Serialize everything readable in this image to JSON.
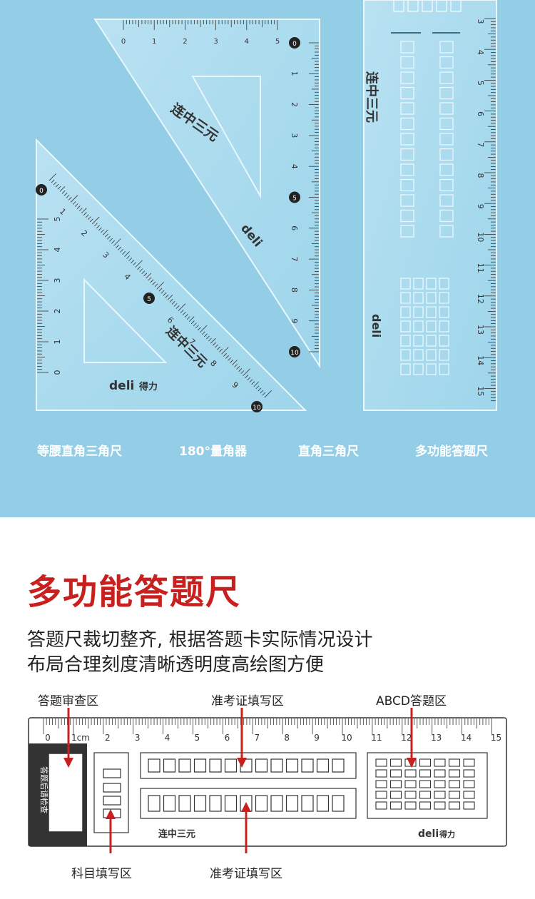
{
  "brand": {
    "logo_text": "deli",
    "logo_cn": "得力",
    "series_name": "连中三元"
  },
  "products": [
    {
      "label": "等腰直角三角尺"
    },
    {
      "label": "180°量角器"
    },
    {
      "label": "直角三角尺"
    },
    {
      "label": "多功能答题尺"
    }
  ],
  "rulers": {
    "right_triangle_ticks": [
      "0",
      "1",
      "2",
      "3",
      "4",
      "5",
      "6",
      "7",
      "8",
      "9",
      "10"
    ],
    "right_triangle_top_ticks": [
      "0",
      "1",
      "2",
      "3",
      "4",
      "5"
    ],
    "isosceles_side_ticks": [
      "0",
      "1",
      "2",
      "3",
      "4",
      "5"
    ],
    "isosceles_hyp_ticks": [
      "0",
      "1",
      "2",
      "3",
      "4",
      "5",
      "6",
      "7",
      "8",
      "9",
      "10"
    ],
    "answer_ruler_ticks": [
      "3",
      "4",
      "5",
      "6",
      "7",
      "8",
      "9",
      "10",
      "11",
      "12",
      "13",
      "14",
      "15"
    ],
    "unit": "cm"
  },
  "feature": {
    "title": "多功能答题尺",
    "desc_line1": "答题尺裁切整齐, 根据答题卡实际情况设计",
    "desc_line2": "布局合理刻度清晰透明度高绘图方便"
  },
  "diagram": {
    "scale_labels": [
      "0",
      "1cm",
      "2",
      "3",
      "4",
      "5",
      "6",
      "7",
      "8",
      "9",
      "10",
      "11",
      "12",
      "13",
      "14",
      "15"
    ],
    "side_text": "答题后请检查",
    "callouts": {
      "review": "答题审查区",
      "ticket_top": "准考证填写区",
      "abcd": "ABCD答题区",
      "subject": "科目填写区",
      "ticket_bottom": "准考证填写区"
    },
    "colors": {
      "accent_red": "#c8201f",
      "sky_blue": "#93cde6"
    }
  }
}
